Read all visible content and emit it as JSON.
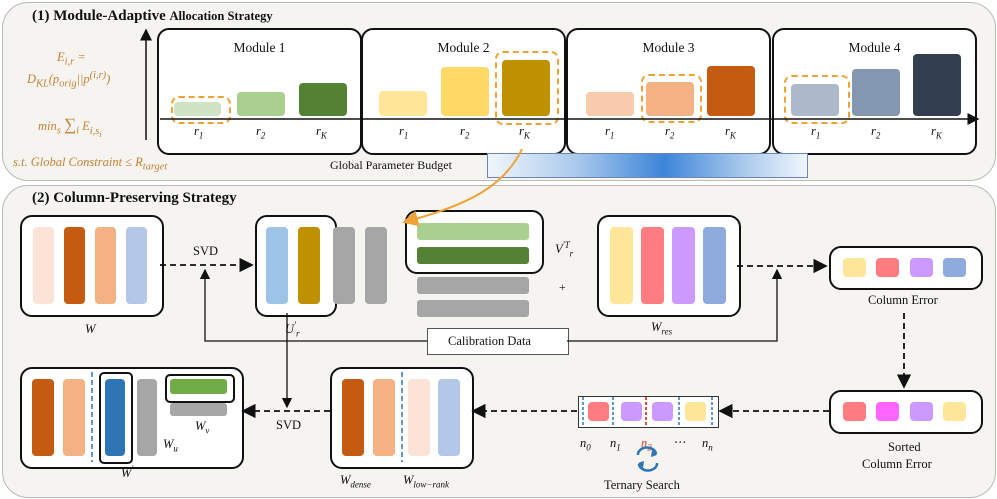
{
  "section1": {
    "title_prefix": "(1) Module-Adaptive",
    "title_suffix": "Allocation Strategy",
    "formula_e_lhs": "E",
    "formula_e_sub": "i,r",
    "formula_e_eq": " =",
    "formula_dkl": "D",
    "formula_dkl_sub": "KL",
    "formula_dkl_args": "(p",
    "formula_orig_sub": "orig",
    "formula_p_sup": "(i,r)",
    "formula_min": "min",
    "formula_min_sub": "s",
    "formula_sum": "∑",
    "formula_sum_sub": "i",
    "formula_sum_term": "E",
    "formula_sum_term_sub": "i,s",
    "formula_sum_term_subsub": "i",
    "constraint": "s.t. Global Constraint ≤ R",
    "constraint_sub": "target",
    "budget_label": "Global Parameter Budget",
    "modules": [
      {
        "name": "Module 1",
        "ranks": [
          "r",
          "r",
          "r"
        ],
        "rank_subs": [
          "1",
          "2",
          "K"
        ]
      },
      {
        "name": "Module 2",
        "ranks": [
          "r",
          "r",
          "r"
        ],
        "rank_subs": [
          "1",
          "2",
          "K"
        ]
      },
      {
        "name": "Module 3",
        "ranks": [
          "r",
          "r",
          "r"
        ],
        "rank_subs": [
          "1",
          "2",
          "K"
        ]
      },
      {
        "name": "Module 4",
        "ranks": [
          "r",
          "r",
          "r"
        ],
        "rank_subs": [
          "1",
          "2",
          "K"
        ]
      }
    ]
  },
  "section2": {
    "title": "(2) Column-Preserving Strategy",
    "svd_top": "SVD",
    "svd_bottom": "SVD",
    "w": "W",
    "ur": "U",
    "ur_sup": "′",
    "ur_sub": "r",
    "vr": "V",
    "vr_sup": "′T",
    "vr_sub": "r",
    "plus": "+",
    "wres": "W",
    "wres_sub": "res",
    "column_error": "Column Error",
    "calibration": "Calibration Data",
    "sorted_line1": "Sorted",
    "sorted_line2": "Column Error",
    "ternary": "Ternary Search",
    "n_labels": [
      "n",
      "n",
      "n",
      "⋯",
      "n"
    ],
    "n_subs": [
      "0",
      "1",
      "2",
      "",
      "n"
    ],
    "wdense": "W",
    "wdense_sub": "dense",
    "wlow": "W",
    "wlow_sub": "low−rank",
    "wprime": "W",
    "wprime_sup": "′",
    "wu": "W",
    "wu_sub": "u",
    "wv": "W",
    "wv_sub": "v"
  },
  "colors": {
    "accent_orange": "#f0a234",
    "module1_green": [
      "#cfe4c4",
      "#a9d08e",
      "#548235"
    ],
    "module2_gold": [
      "#ffe699",
      "#ffd966",
      "#bf9000"
    ],
    "module3_orange": [
      "#f8cbad",
      "#f4b183",
      "#c55a11"
    ],
    "module4_slate": [
      "#adb9ca",
      "#8497b0",
      "#333f50"
    ]
  }
}
